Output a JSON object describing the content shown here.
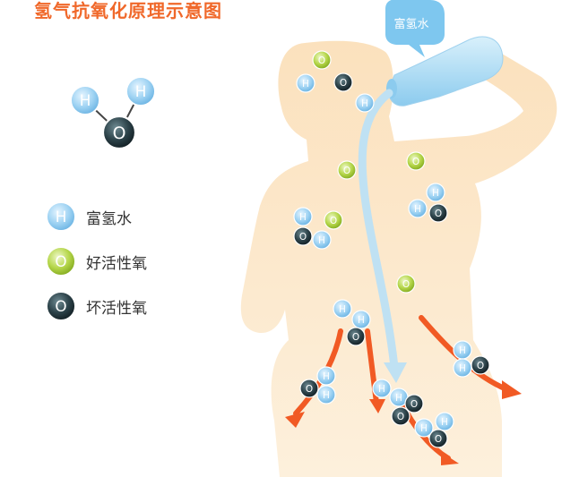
{
  "title": "氢气抗氧化原理示意图",
  "bubble_label": "富氢水",
  "legend": [
    {
      "label": "富氢水",
      "symbol": "H"
    },
    {
      "label": "好活性氧",
      "symbol": "O"
    },
    {
      "label": "坏活性氧",
      "symbol": "O"
    }
  ],
  "symbols": {
    "hydrogen": "H",
    "oxygen": "O"
  },
  "colors": {
    "title": "#f0682a",
    "body": "#fbe2bd",
    "hydrogen": "#8fcbf0",
    "good_oxygen": "#a6cc3a",
    "bad_oxygen": "#24363c",
    "arrow": "#f15a24",
    "water_stream": "#bfe1f3"
  }
}
